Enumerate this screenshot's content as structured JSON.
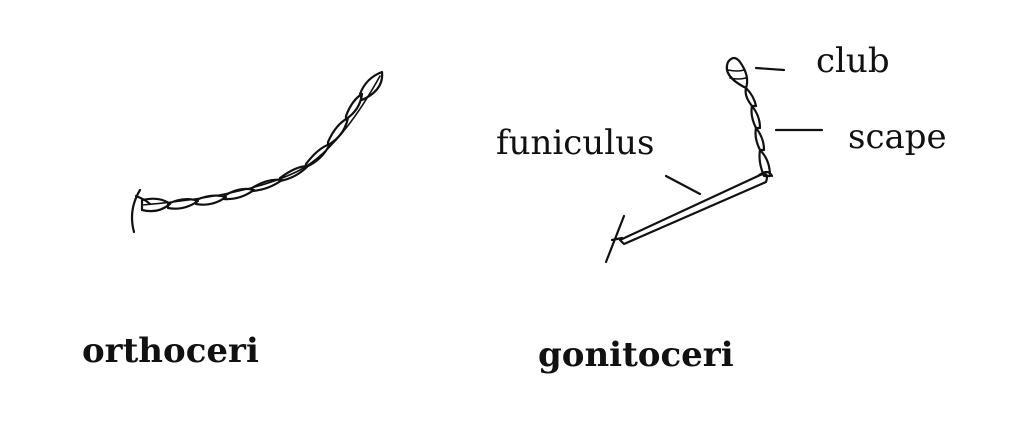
{
  "orthoceri": {
    "caption": "orthoceri"
  },
  "gonitoceri": {
    "caption": "gonitoceri",
    "labels": {
      "club": "club",
      "scape": "scape",
      "funiculus": "funiculus"
    }
  }
}
